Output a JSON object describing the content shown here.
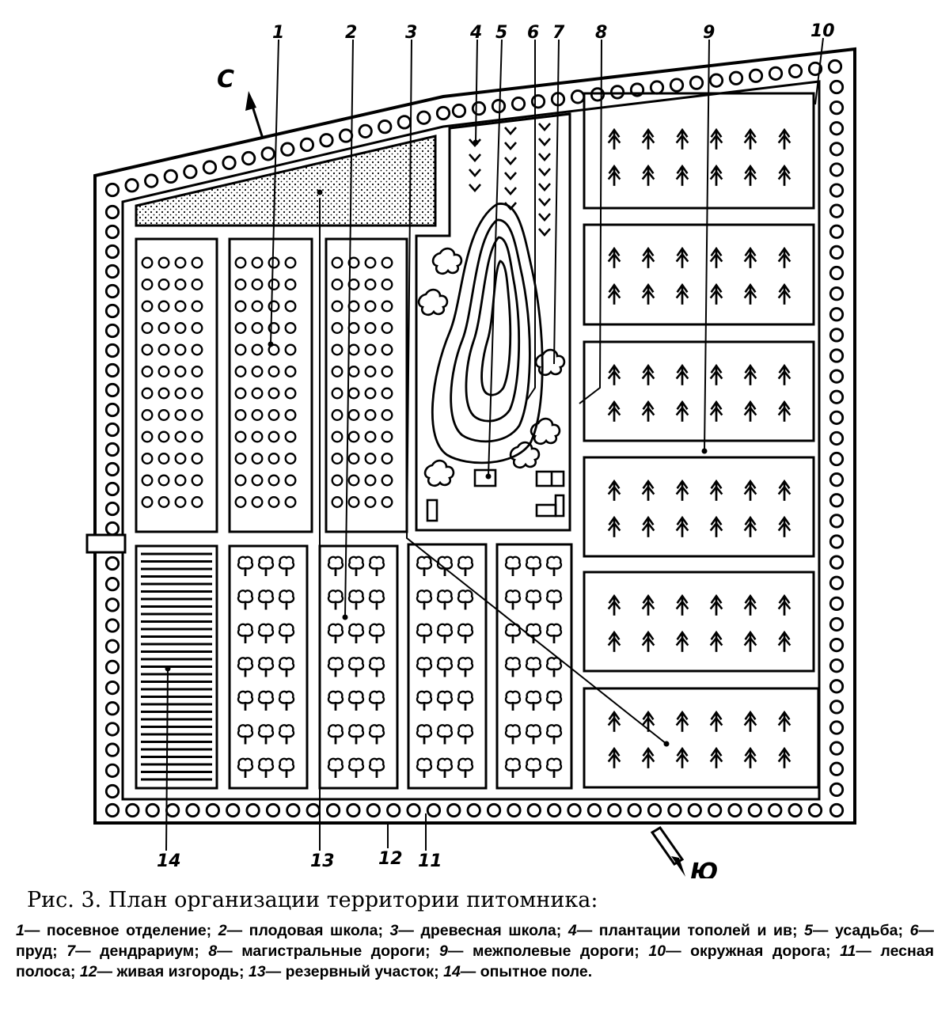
{
  "directions": {
    "north": "С",
    "south": "Ю"
  },
  "numbers": {
    "n1": "1",
    "n2": "2",
    "n3": "3",
    "n4": "4",
    "n5": "5",
    "n6": "6",
    "n7": "7",
    "n8": "8",
    "n9": "9",
    "n10": "10",
    "n11": "11",
    "n12": "12",
    "n13": "13",
    "n14": "14"
  },
  "caption": {
    "title": "Рис. 3. План организации территории питомника:",
    "legend": [
      {
        "num": "1",
        "text": "— посевное отделение;"
      },
      {
        "num": "2",
        "text": "— плодовая школа;"
      },
      {
        "num": "3",
        "text": "— древесная школа;"
      },
      {
        "num": "4",
        "text": "— плантации тополей и ив;"
      },
      {
        "num": "5",
        "text": "— усадьба;"
      },
      {
        "num": "6",
        "text": "— пруд;"
      },
      {
        "num": "7",
        "text": "— дендрариум;"
      },
      {
        "num": "8",
        "text": "— магистральные дороги;"
      },
      {
        "num": "9",
        "text": "— межполевые дороги;"
      },
      {
        "num": "10",
        "text": "— окружная дорога;"
      },
      {
        "num": "11",
        "text": "— лесная полоса;"
      },
      {
        "num": "12",
        "text": "— живая изгородь;"
      },
      {
        "num": "13",
        "text": "— резервный участок;"
      },
      {
        "num": "14",
        "text": "— опытное поле."
      }
    ]
  }
}
